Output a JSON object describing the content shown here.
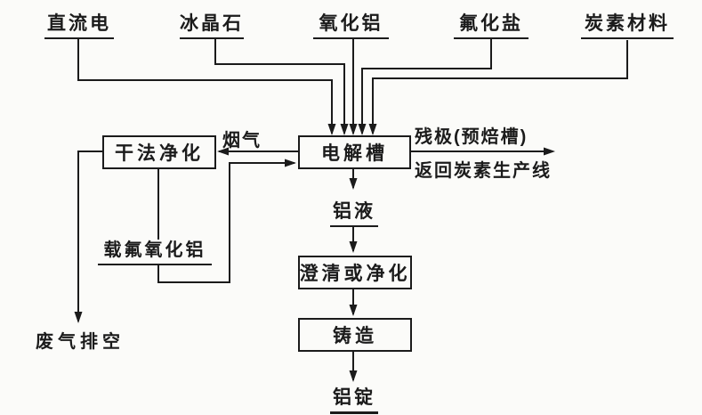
{
  "colors": {
    "ink": "#1b1b1b",
    "background": "#fbfbf9"
  },
  "diagram": {
    "inputs": [
      {
        "label": "直流电"
      },
      {
        "label": "冰晶石"
      },
      {
        "label": "氧化铝"
      },
      {
        "label": "氟化盐"
      },
      {
        "label": "炭素材料"
      }
    ],
    "process_boxes": [
      {
        "label": "干法净化"
      },
      {
        "label": "电解槽"
      },
      {
        "label": "澄清或净化"
      },
      {
        "label": "铸造"
      }
    ],
    "stream_labels": {
      "flue_gas": "烟气",
      "residual_anode": "残极(预焙槽)",
      "return_to_carbon_line": "返回炭素生产线",
      "molten_aluminum": "铝液",
      "fluorine_laden_alumina": "载氟氧化铝",
      "waste_gas_vent": "废气排空",
      "aluminum_ingot": "铝锭"
    }
  }
}
